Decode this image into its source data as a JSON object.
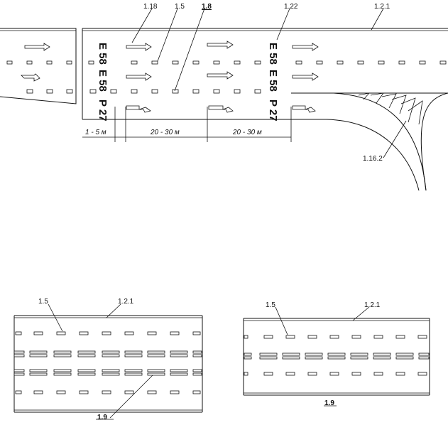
{
  "top_diagram": {
    "labels": {
      "l1_18a": "1.18",
      "l1_5": "1.5",
      "l1_8": "1.8",
      "l1_22": "1.22",
      "l1_2_1": "1.2.1",
      "l1_16_2": "1.16.2"
    },
    "dimensions": {
      "d1": "1 - 5 м",
      "d2": "20 - 30 м",
      "d3": "20 - 30 м"
    },
    "road_number_a": "E 58",
    "road_number_b": "E 58",
    "road_number_c": "P 27"
  },
  "bottom_left": {
    "labels": {
      "l1_5": "1.5",
      "l1_2_1": "1.2.1",
      "l1_9": "1.9"
    }
  },
  "bottom_right": {
    "labels": {
      "l1_5": "1.5",
      "l1_2_1": "1.2.1",
      "l1_9": "1.9"
    }
  },
  "colors": {
    "ink": "#111111",
    "paper": "#ffffff"
  }
}
